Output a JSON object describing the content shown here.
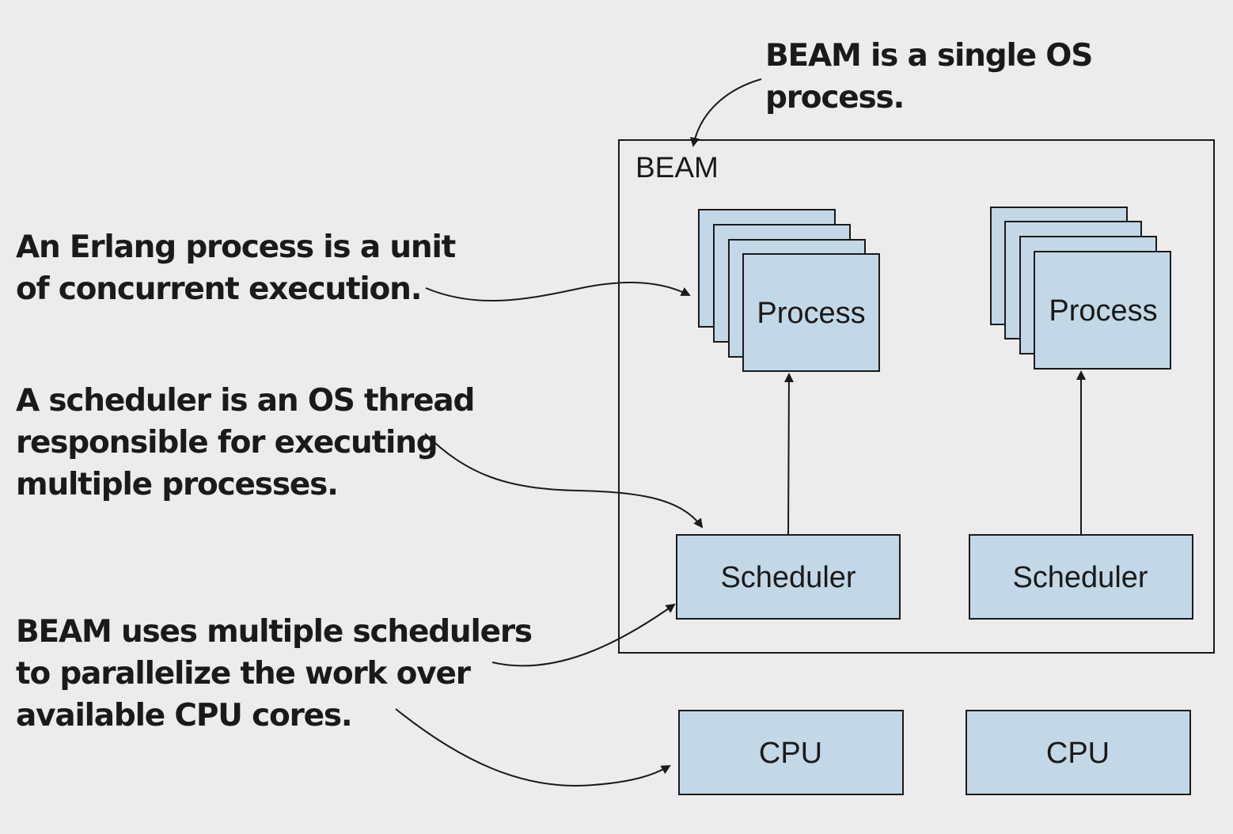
{
  "annotations": {
    "beam_single": [
      "BEAM is a single OS",
      "process."
    ],
    "erlang_process": [
      "An Erlang process is a unit",
      "of concurrent execution."
    ],
    "scheduler": [
      "A scheduler is an OS thread",
      "responsible for executing",
      "multiple processes."
    ],
    "multiple_schedulers": [
      "BEAM uses multiple schedulers",
      "to parallelize the work over",
      "available CPU cores."
    ]
  },
  "beam": {
    "label": "BEAM"
  },
  "processes": [
    {
      "label": "Process"
    },
    {
      "label": "Process"
    }
  ],
  "schedulers": [
    {
      "label": "Scheduler"
    },
    {
      "label": "Scheduler"
    }
  ],
  "cpus": [
    {
      "label": "CPU"
    },
    {
      "label": "CPU"
    }
  ],
  "colors": {
    "box_fill": "#c3d8e7",
    "stroke": "#1a1a1a",
    "background": "#ececec"
  }
}
